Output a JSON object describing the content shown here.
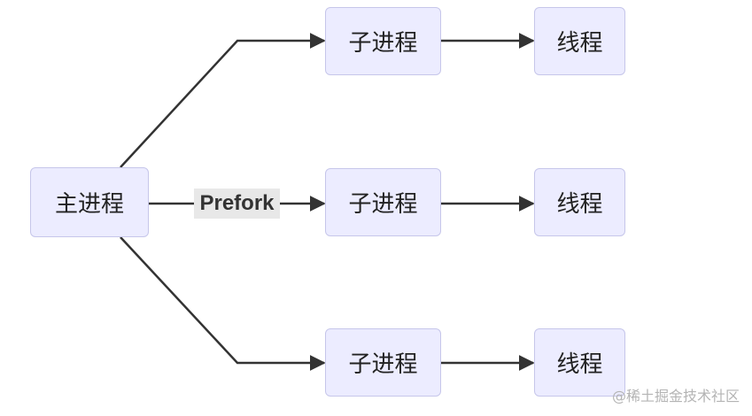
{
  "diagram": {
    "root_label": "主进程",
    "edge_label": "Prefork",
    "branches": [
      {
        "child_label": "子进程",
        "thread_label": "线程"
      },
      {
        "child_label": "子进程",
        "thread_label": "线程"
      },
      {
        "child_label": "子进程",
        "thread_label": "线程"
      }
    ],
    "colors": {
      "node_fill": "#ececff",
      "node_border": "#c6c6ea",
      "edge": "#333333",
      "edge_label_bg": "#e8e8e8"
    }
  },
  "watermark": "@稀土掘金技术社区"
}
